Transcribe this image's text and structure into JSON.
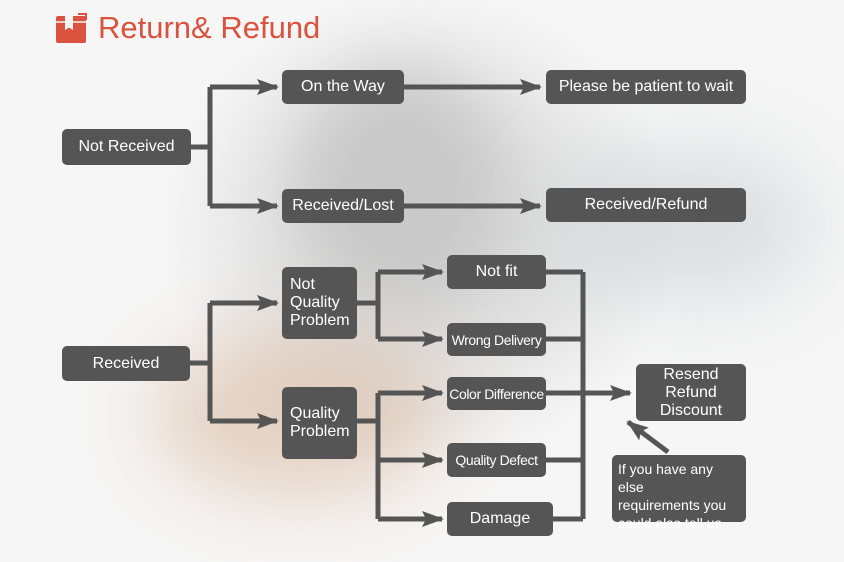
{
  "title": "Return& Refund",
  "nodes": {
    "not_received": "Not Received",
    "on_the_way": "On the Way",
    "please_wait": "Please be patient to wait",
    "received_lost": "Received/Lost",
    "received_refund": "Received/Refund",
    "received": "Received",
    "not_quality_problem": "Not\nQuality\nProblem",
    "quality_problem": "Quality\nProblem",
    "not_fit": "Not fit",
    "wrong_delivery": "Wrong Delivery",
    "color_difference": "Color Difference",
    "quality_defect": "Quality Defect",
    "damage": "Damage",
    "resend_refund_discount": "Resend\nRefund\nDiscount"
  },
  "note": "If you have any else\nrequirements you\ncould also tell us",
  "colors": {
    "title": "#d9533f",
    "node_bg": "#555555",
    "node_text": "#ffffff",
    "connector": "#555555"
  },
  "icons": {
    "title_icon": "package-box-icon"
  }
}
